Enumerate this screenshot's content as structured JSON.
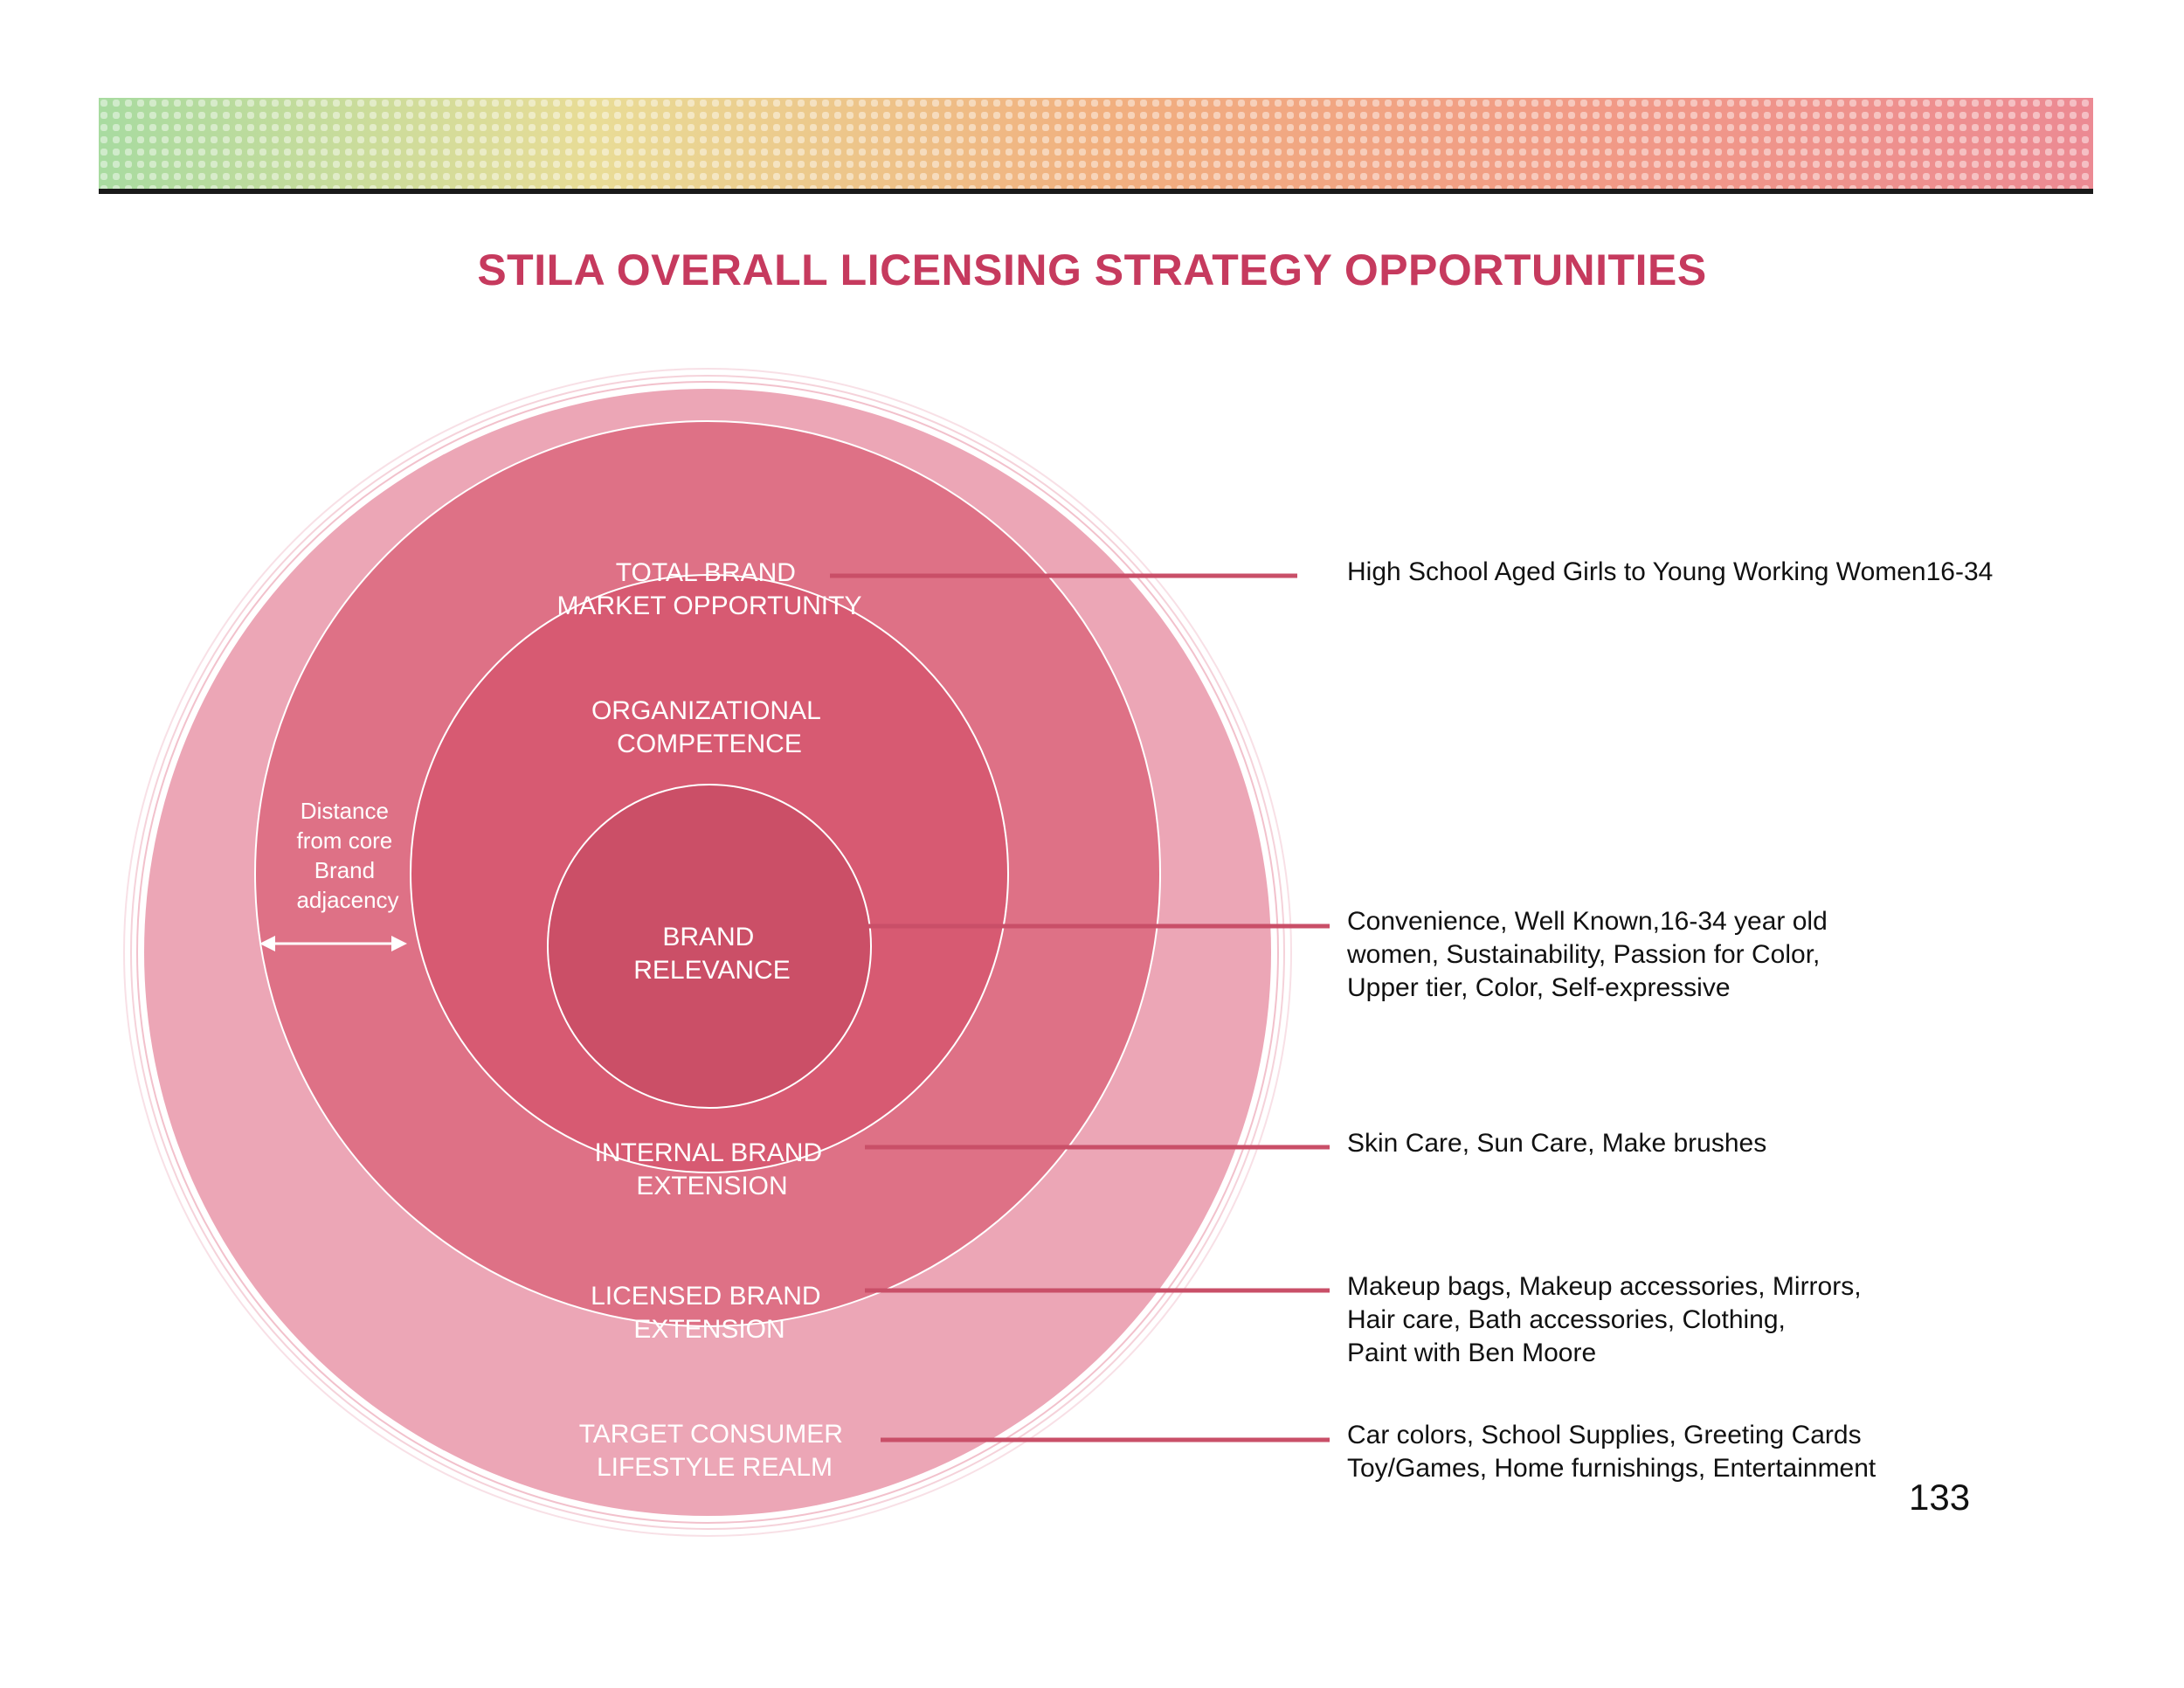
{
  "colors": {
    "title": "#c63a5e",
    "outer_ring": "#eca6b6",
    "second_ring": "#de7186",
    "third_ring": "#d75a72",
    "core": "#cb4f67",
    "leader_line": "#c94f68",
    "banner_gradient": [
      "#a8dba0",
      "#e9dc96",
      "#f1b07f",
      "#f19a86",
      "#ec8a93"
    ]
  },
  "header": {
    "title": "STILA OVERALL LICENSING STRATEGY OPPORTUNITIES"
  },
  "diagram": {
    "rings": [
      {
        "id": "target",
        "lines": [
          "TARGET CONSUMER",
          "LIFESTYLE REALM"
        ],
        "description": [
          "Car colors, School Supplies, Greeting Cards",
          "Toy/Games, Home furnishings, Entertainment"
        ]
      },
      {
        "id": "total",
        "lines": [
          "TOTAL BRAND",
          "MARKET OPPORTUNITY"
        ],
        "description": [
          "High School Aged Girls to Young Working Women16-34"
        ]
      },
      {
        "id": "licensed",
        "lines": [
          "LICENSED BRAND",
          "EXTENSION"
        ],
        "description": [
          "Makeup bags, Makeup accessories, Mirrors,",
          "Hair care, Bath accessories, Clothing,",
          "Paint with Ben Moore"
        ]
      },
      {
        "id": "organizational",
        "lines": [
          "ORGANIZATIONAL",
          "COMPETENCE"
        ]
      },
      {
        "id": "internal",
        "lines": [
          "INTERNAL BRAND",
          "EXTENSION"
        ],
        "description": [
          "Skin Care, Sun Care, Make brushes"
        ]
      },
      {
        "id": "core",
        "lines": [
          "BRAND",
          "RELEVANCE"
        ],
        "description": [
          "Convenience, Well Known,16-34 year old",
          "women, Sustainability, Passion for Color,",
          "Upper tier, Color, Self-expressive"
        ]
      }
    ],
    "distance_label": [
      "Distance",
      "from core",
      "Brand",
      "adjacency"
    ]
  },
  "page_number": "133"
}
